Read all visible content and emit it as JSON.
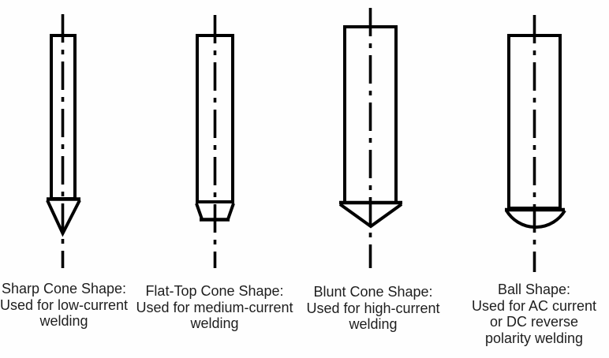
{
  "diagram": {
    "topic": "Welding electrode tip shapes",
    "colors": {
      "line": "#000000",
      "text": "#1e1e1e",
      "background": "#fefefe"
    },
    "figures": [
      {
        "id": "sharp-cone",
        "tip_type": "sharp cone",
        "label_lines": [
          "Sharp Cone Shape:",
          "Used for low-current",
          "welding"
        ]
      },
      {
        "id": "flat-top-cone",
        "tip_type": "flat-top cone",
        "label_lines": [
          "Flat-Top Cone Shape:",
          "Used for medium-current",
          "welding"
        ]
      },
      {
        "id": "blunt-cone",
        "tip_type": "blunt cone",
        "label_lines": [
          "Blunt Cone Shape:",
          "Used for high-current",
          "welding"
        ]
      },
      {
        "id": "ball",
        "tip_type": "ball",
        "label_lines": [
          "Ball Shape:",
          "Used for AC current",
          "or DC reverse",
          "polarity welding"
        ]
      }
    ]
  }
}
